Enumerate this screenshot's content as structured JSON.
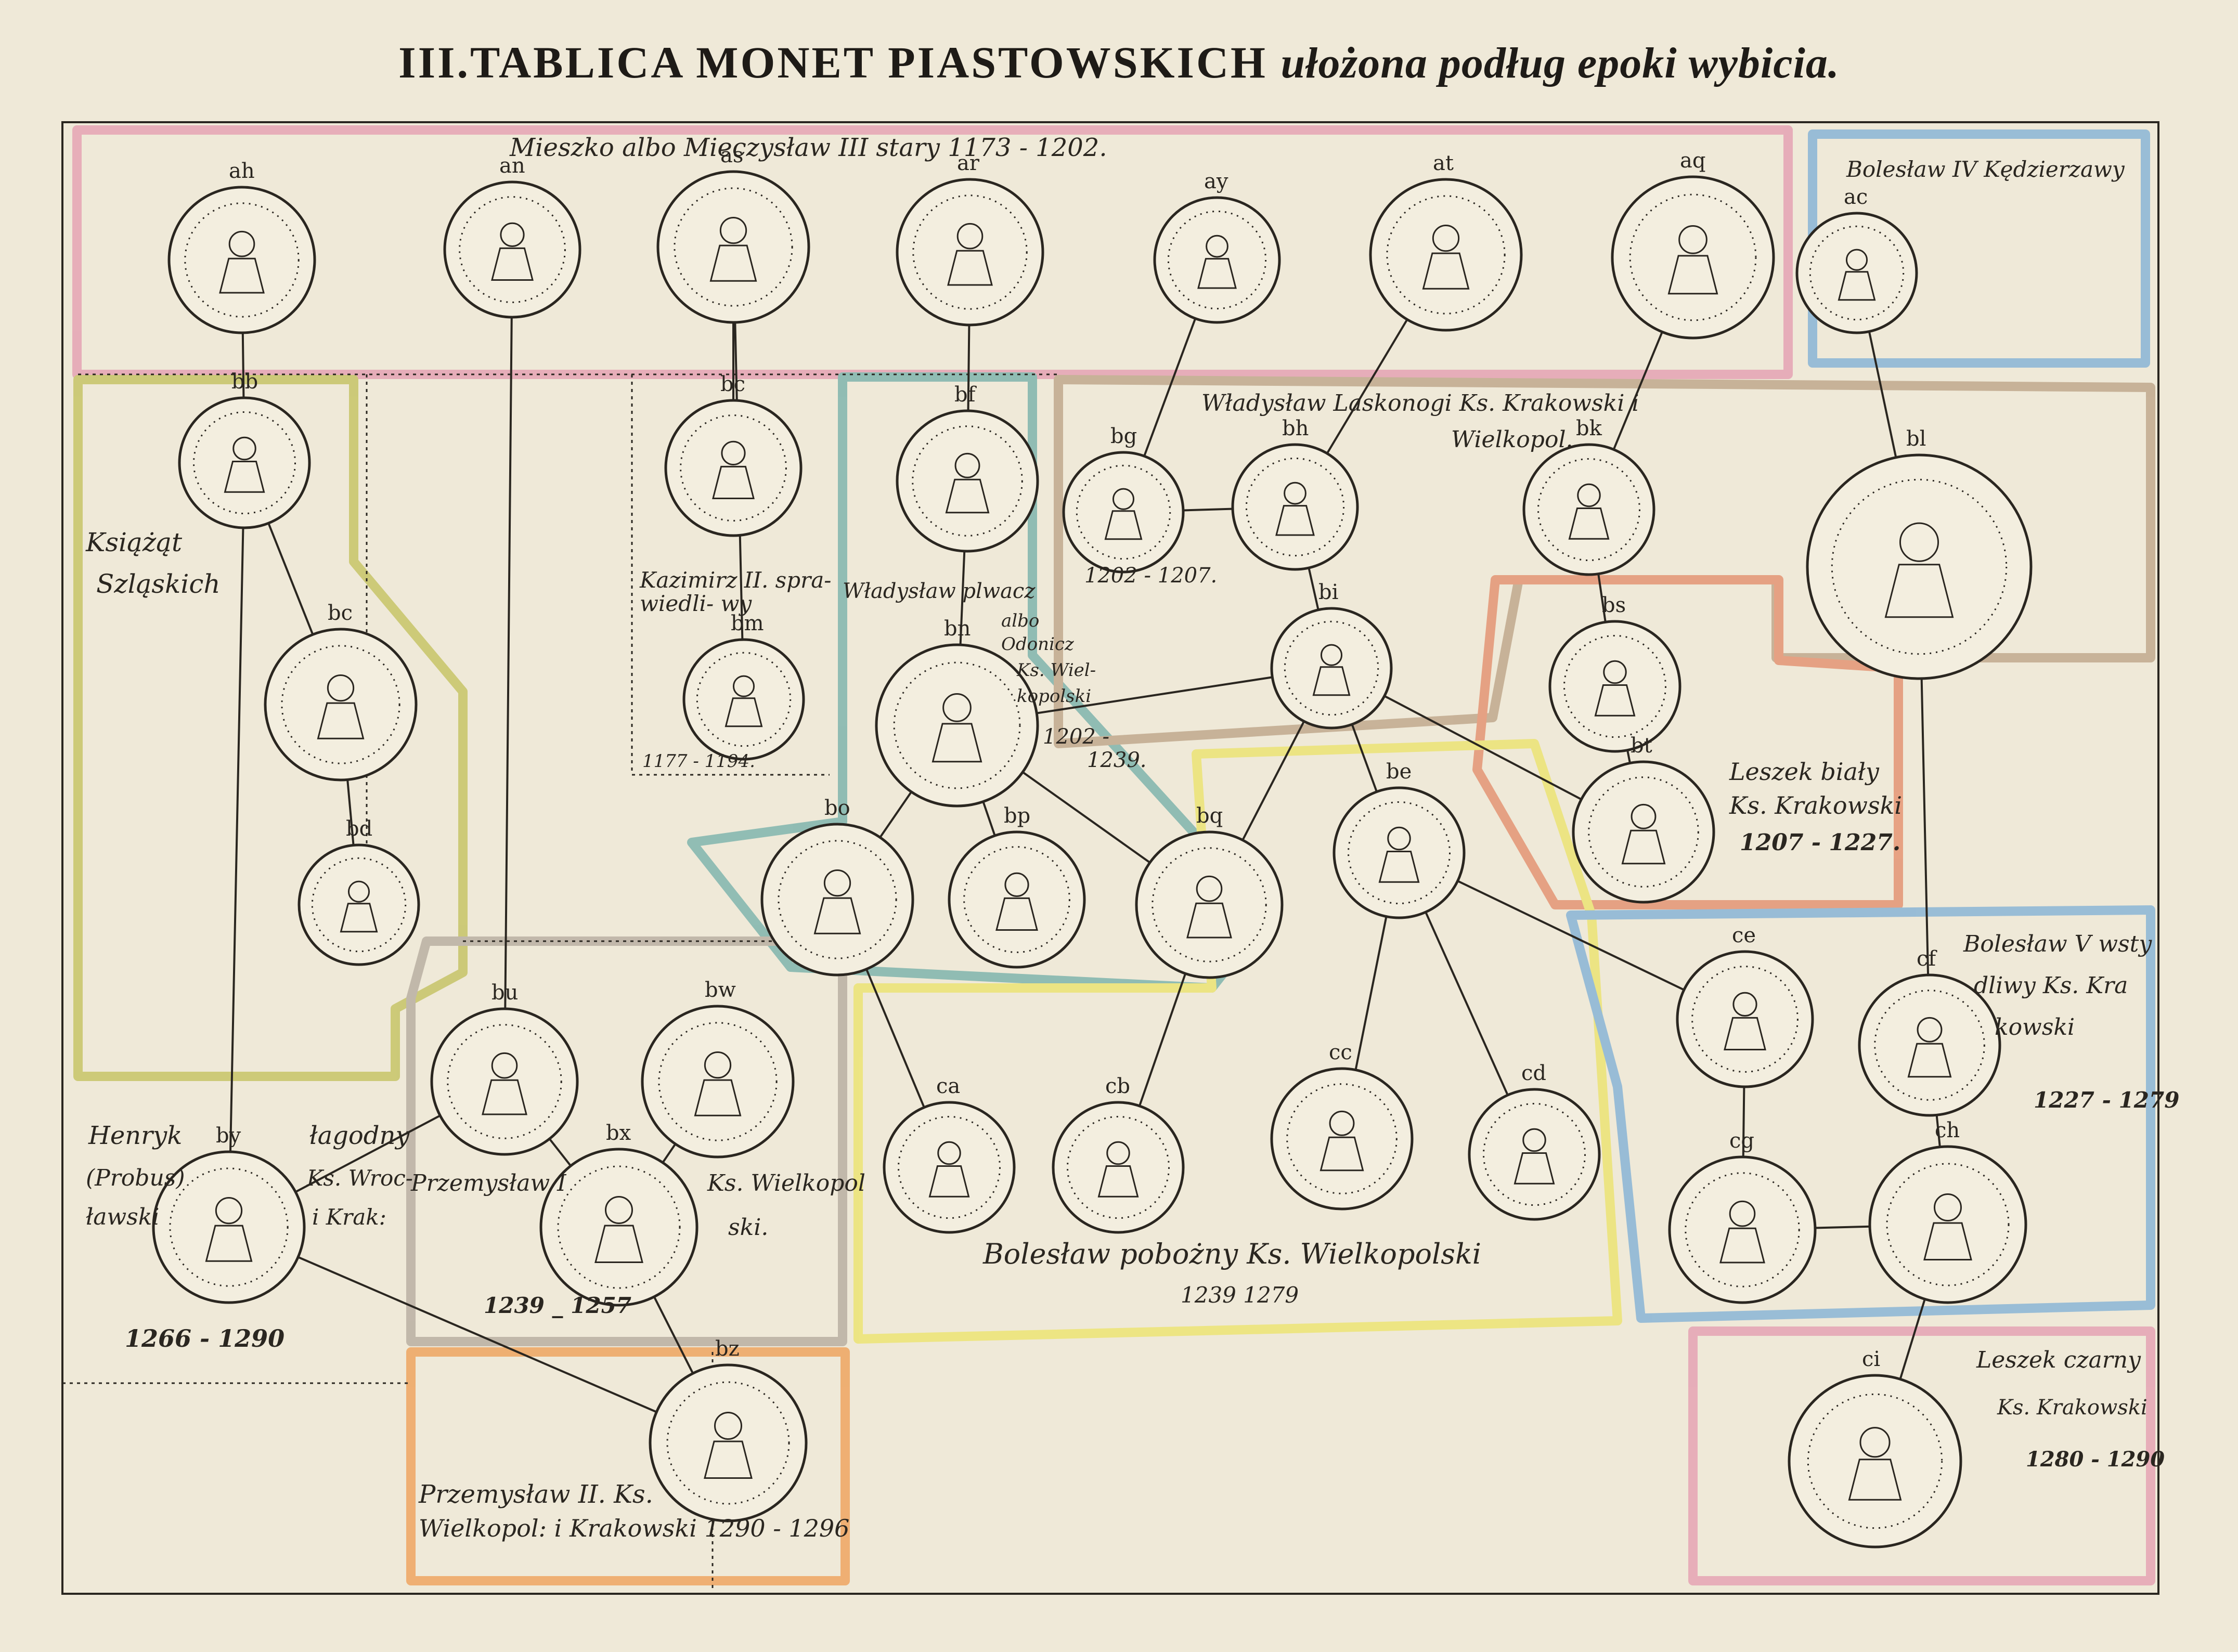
{
  "title": {
    "main": "III.TABLICA MONET PIASTOWSKICH",
    "sub": "ułożona podług epoki wybicia."
  },
  "regions": {
    "mieszko": "Mieszko albo Mieczysław III stary 1173 - 1202.",
    "boleslaw_iv_line1": "Bolesław IV Kędzierzawy",
    "slask_line1": "Książąt",
    "slask_line2": "Szląskich",
    "kazimierz_line1": "Kazimirz II. spra-",
    "kazimierz_line2": "wiedli-   wy",
    "kazimierz_dates": "1177 - 1194.",
    "wladyslaw_plwacz_line1": "Władysław plwacz",
    "wladyslaw_plwacz_line2": "albo",
    "wladyslaw_plwacz_line3": "Odonicz",
    "wladyslaw_plwacz_line4": "Ks. Wiel-",
    "wladyslaw_plwacz_line5": "kopolski",
    "wladyslaw_plwacz_dates1": "1202 -",
    "wladyslaw_plwacz_dates2": "1239.",
    "laskonogi_line1": "Władysław Laskonogi Ks. Krakowski i",
    "laskonogi_line2": "Wielkopol.",
    "laskonogi_dates": "1202 - 1207.",
    "leszek_bialy_line1": "Leszek biały",
    "leszek_bialy_line2": "Ks. Krakowski",
    "leszek_bialy_dates": "1207 - 1227.",
    "boleslaw_v_line1": "Bolesław V wsty",
    "boleslaw_v_line2": "dliwy Ks. Kra",
    "boleslaw_v_line3": "kowski",
    "boleslaw_v_dates": "1227 - 1279",
    "henryk_line1": "Henryk",
    "henryk_line1b": "łagodny",
    "henryk_line2": "(Probus)",
    "henryk_line2b": "Ks. Wroc-",
    "henryk_line3": "ławski",
    "henryk_line3b": "i Krak:",
    "henryk_dates": "1266 - 1290",
    "przemyslaw_i_line1": "Przemysław I",
    "przemyslaw_i_line1b": "Ks. Wielkopol",
    "przemyslaw_i_line2": "ski.",
    "przemyslaw_i_dates": "1239 _ 1257",
    "boleslaw_pobozny": "Bolesław pobożny Ks. Wielkopolski",
    "boleslaw_pobozny_dates": "1239 1279",
    "przemyslaw_ii_line1": "Przemysław II. Ks.",
    "przemyslaw_ii_line2": "Wielkopol: i Krakowski   1290 - 1296",
    "leszek_czarny_line1": "Leszek czarny",
    "leszek_czarny_line2": "Ks. Krakowski",
    "leszek_czarny_dates": "1280 - 1290"
  },
  "coin_codes": [
    "ah",
    "an",
    "as",
    "ar",
    "ay",
    "at",
    "aq",
    "ac",
    "bb",
    "bc",
    "bd",
    "bf",
    "bn",
    "bo",
    "bp",
    "bq",
    "bg",
    "bh",
    "bk",
    "bl",
    "bi",
    "bs",
    "bt",
    "be",
    "cc",
    "cd",
    "ce",
    "cf",
    "cg",
    "ch",
    "ci",
    "bu",
    "bw",
    "bx",
    "by",
    "bz",
    "ca",
    "cb",
    "bm"
  ],
  "colors": {
    "paper": "#efe9d8",
    "ink": "#2a2620",
    "pink": "#e6a7b6",
    "blue": "#8fb8d6",
    "olive": "#c9c66e",
    "teal": "#86b8b0",
    "tan": "#c3ad92",
    "coral": "#e59a7a",
    "yellow": "#ece47a",
    "orange": "#eea968",
    "grey": "#bdb3a6"
  }
}
